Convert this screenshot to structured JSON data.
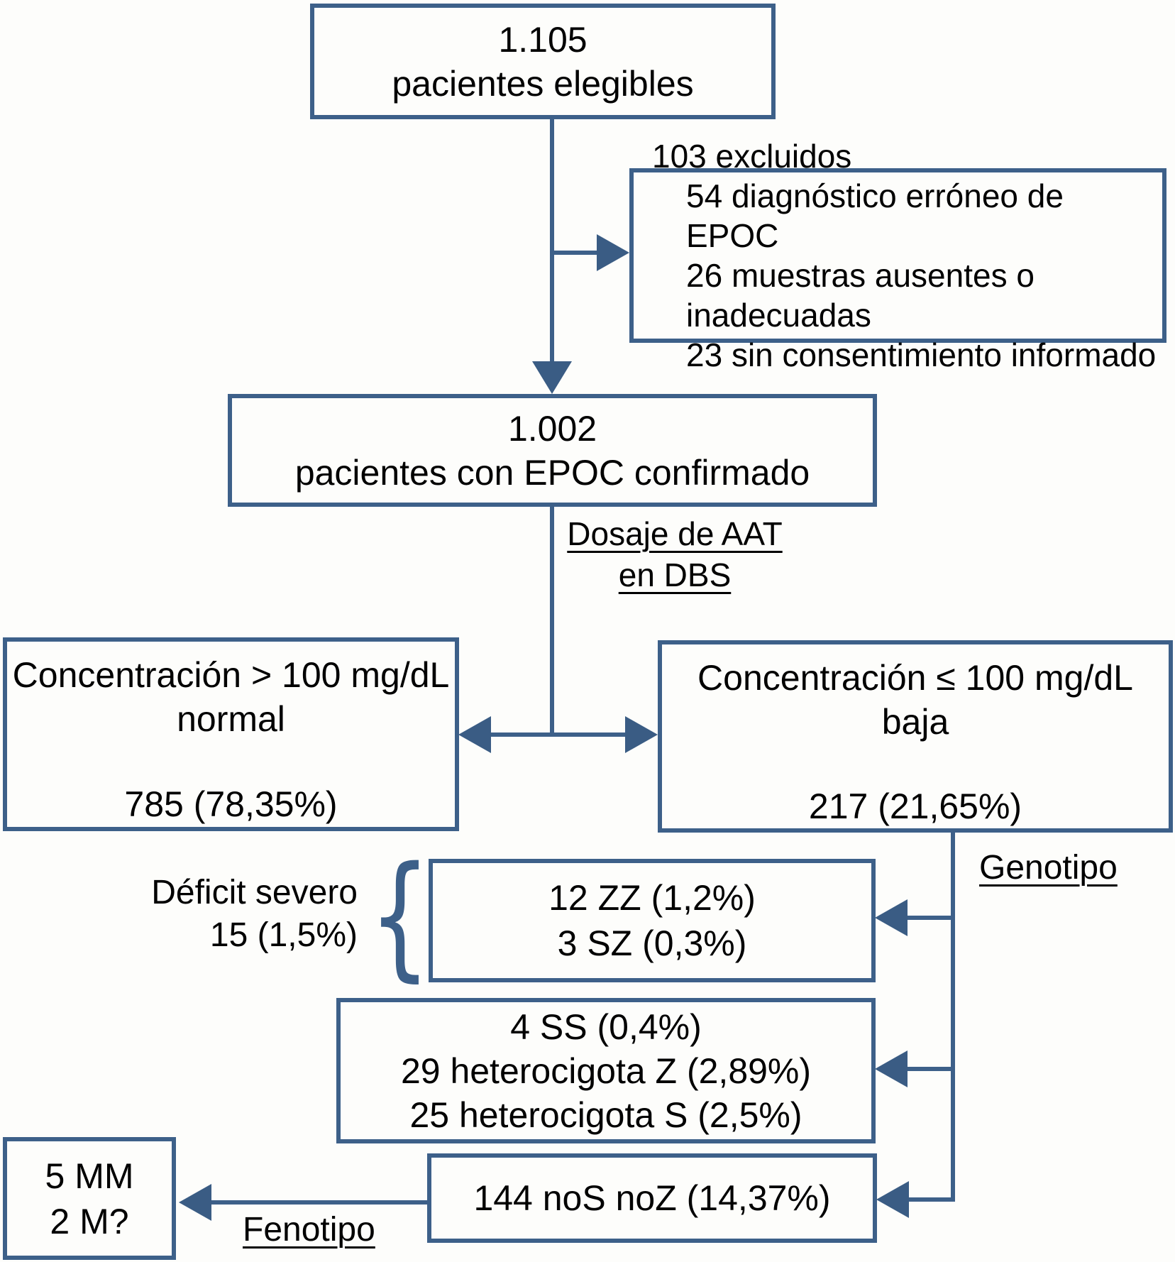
{
  "colors": {
    "line_blue": "#3d6089",
    "arrow_blue": "#3a5c84",
    "text": "#000000",
    "background": "#fdfdfb"
  },
  "nodes": {
    "eligible": {
      "lines": [
        "1.105",
        "pacientes elegibles"
      ]
    },
    "excluded": {
      "title": "103 excluidos",
      "items": [
        "54 diagnóstico erróneo de EPOC",
        "26 muestras ausentes o inadecuadas",
        "23 sin consentimiento informado"
      ]
    },
    "confirmed": {
      "lines": [
        "1.002",
        "pacientes con EPOC confirmado"
      ]
    },
    "normal_concentration": {
      "title": "Concentración > 100 mg/dL",
      "subtitle": "normal",
      "value": "785 (78,35%)"
    },
    "low_concentration": {
      "title": "Concentración ≤ 100 mg/dL",
      "subtitle": "baja",
      "value": "217 (21,65%)"
    },
    "severe_deficit_genotypes": {
      "lines": [
        "12 ZZ (1,2%)",
        "3 SZ (0,3%)"
      ]
    },
    "other_genotypes": {
      "lines": [
        "4 SS (0,4%)",
        "29 heterocigota Z (2,89%)",
        "25 heterocigota S (2,5%)"
      ]
    },
    "nos_noz": {
      "lines": [
        "144 noS noZ (14,37%)"
      ]
    },
    "phenotype_result": {
      "lines": [
        "5 MM",
        "2 M?"
      ]
    }
  },
  "labels": {
    "dosaje": {
      "lines": [
        "Dosaje de AAT",
        "en DBS"
      ]
    },
    "genotipo": "Genotipo",
    "fenotipo": "Fenotipo",
    "deficit": {
      "lines": [
        "Déficit severo",
        "15 (1,5%)"
      ]
    },
    "brace": "{"
  }
}
